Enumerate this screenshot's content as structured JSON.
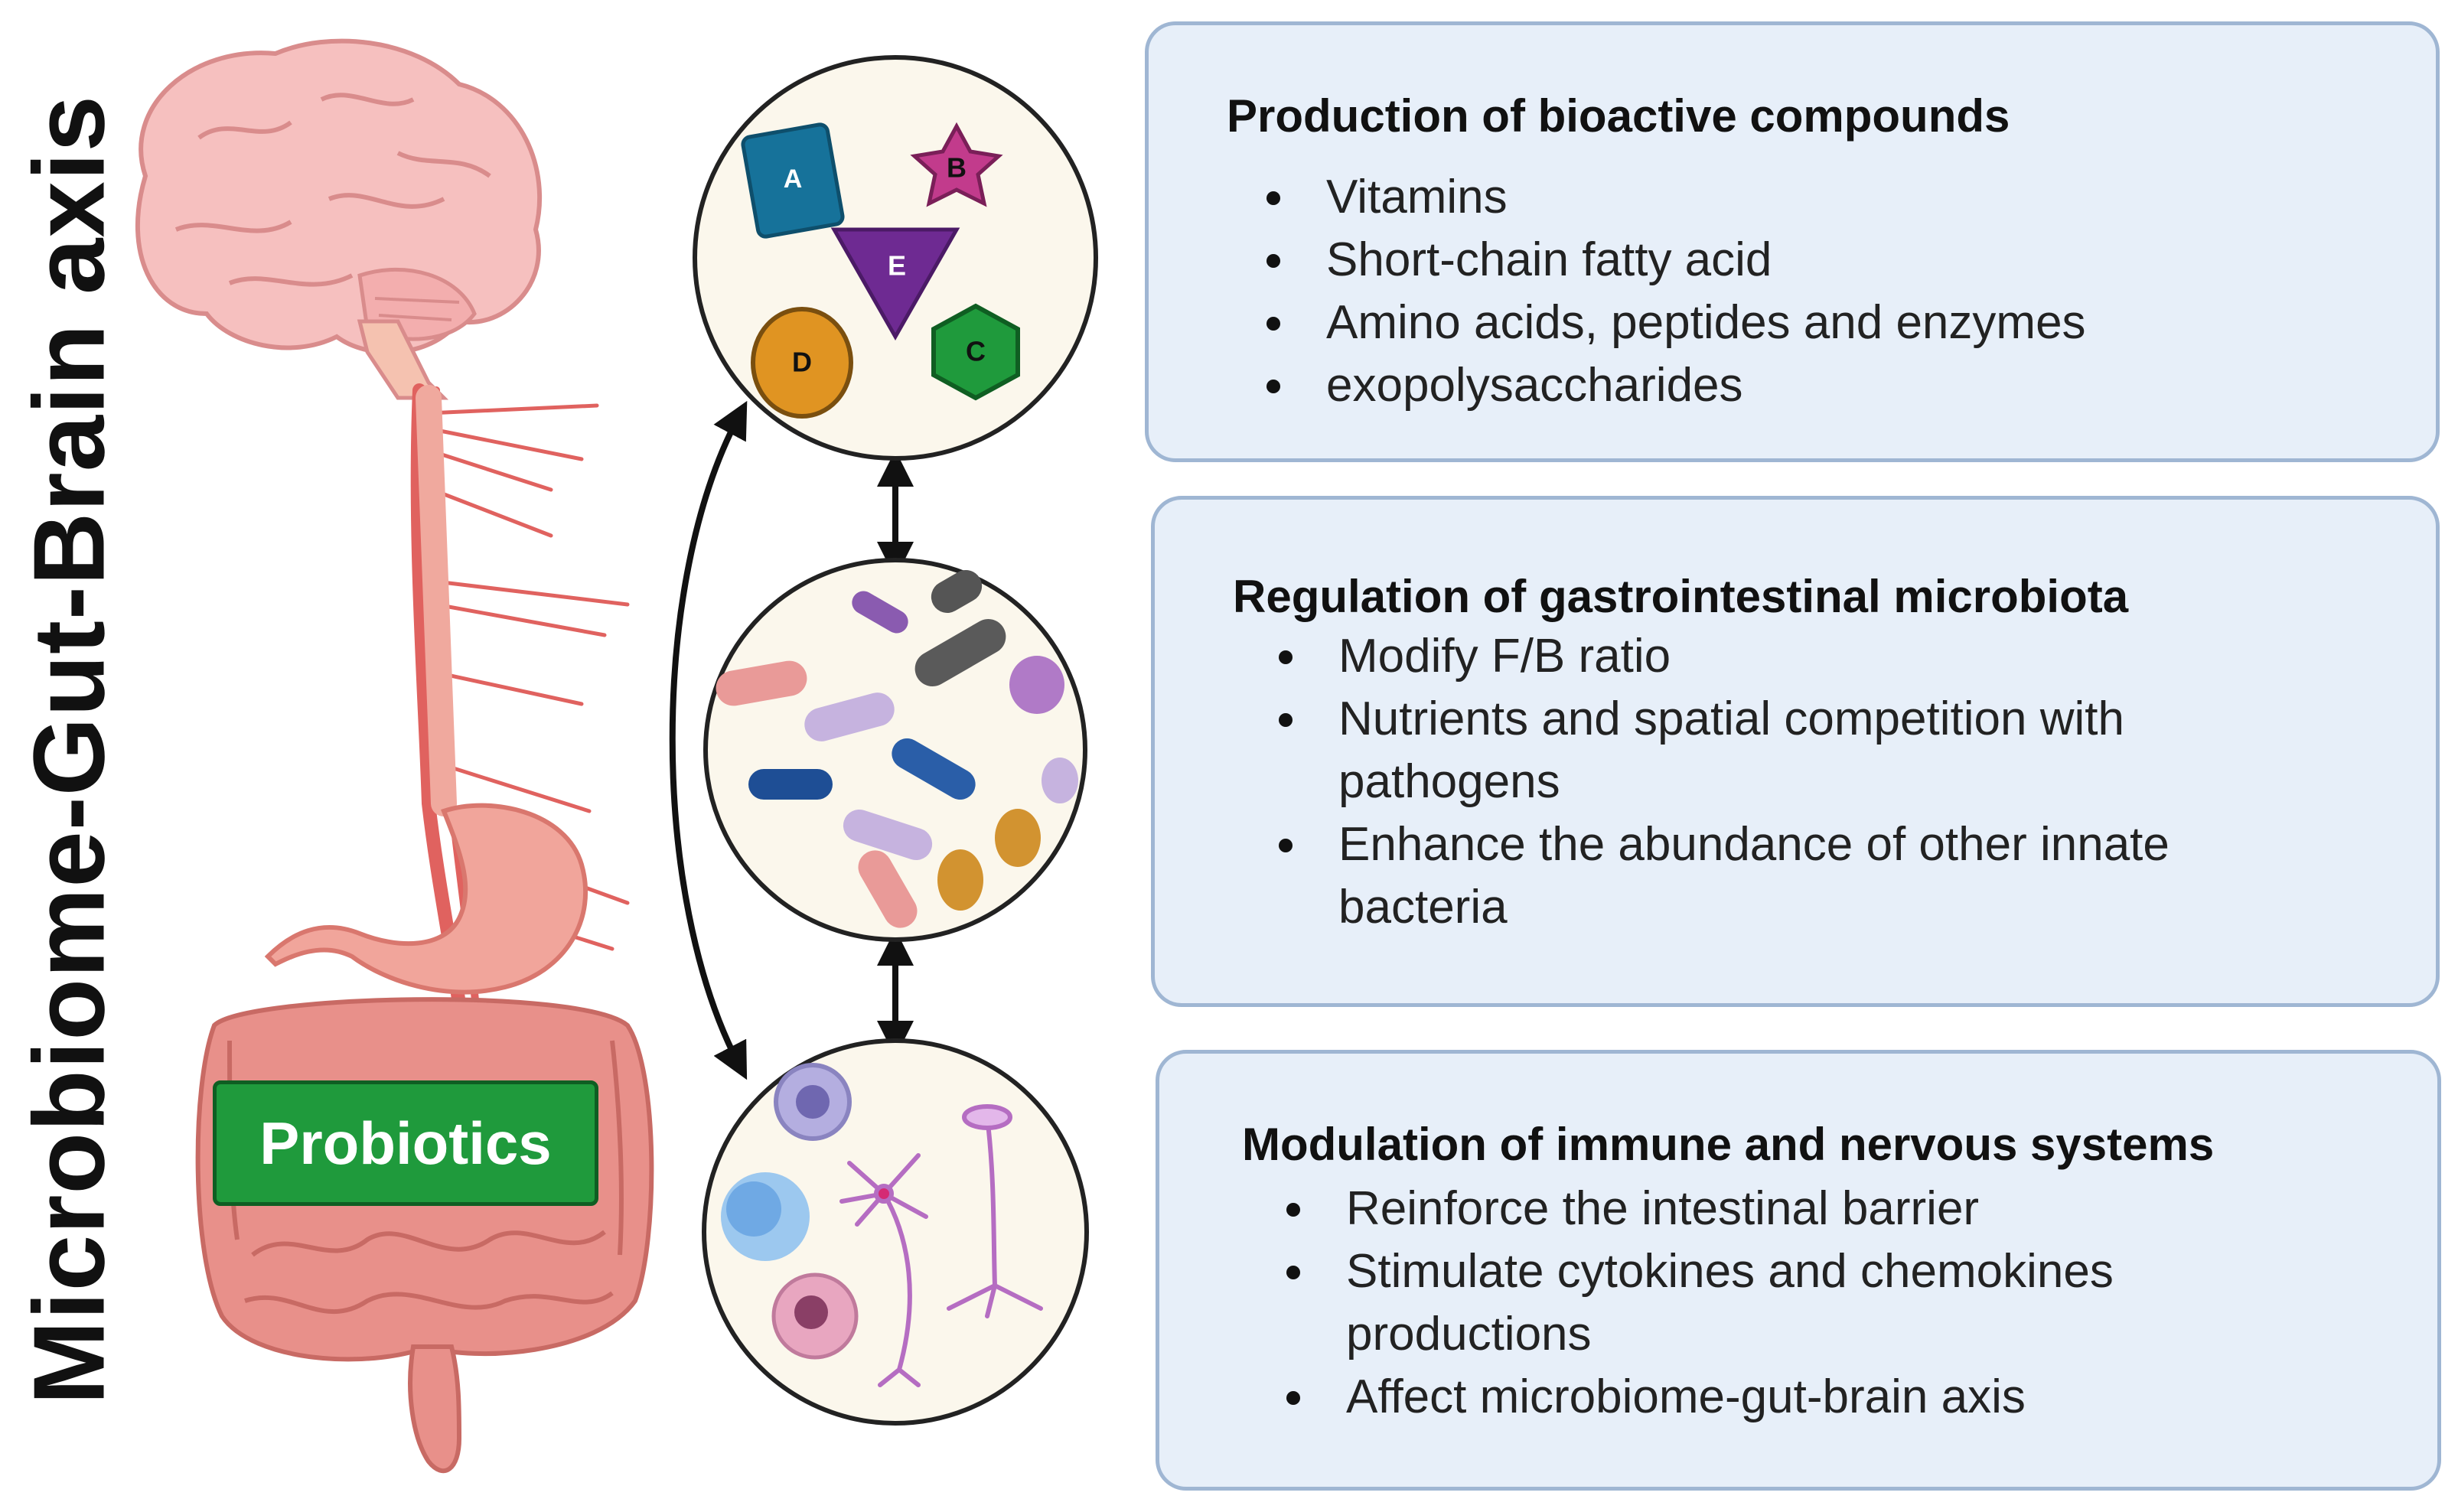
{
  "title": "Microbiome-Gut-Brain axis",
  "probiotics_label": "Probiotics",
  "compounds": {
    "a": "A",
    "b": "B",
    "c": "C",
    "d": "D",
    "e": "E"
  },
  "boxes": [
    {
      "heading": "Production of bioactive compounds",
      "items": [
        "Vitamins",
        "Short-chain fatty acid",
        "Amino acids, peptides and enzymes",
        "exopolysaccharides"
      ]
    },
    {
      "heading": "Regulation of gastrointestinal microbiota",
      "items": [
        "Modify F/B ratio",
        "Nutrients and spatial competition with pathogens",
        "Enhance the abundance of other innate bacteria"
      ]
    },
    {
      "heading": "Modulation of immune and nervous systems",
      "items": [
        "Reinforce the intestinal barrier",
        "Stimulate cytokines and chemokines productions",
        "Affect microbiome-gut-brain axis"
      ]
    }
  ],
  "colors": {
    "box_fill": "#e7eff9",
    "box_border": "#9fb6d3",
    "probiotics_fill": "#1f9a3c",
    "brain": "#f4b8b8",
    "nerve": "#e0625f",
    "intestine": "#e8908a"
  }
}
